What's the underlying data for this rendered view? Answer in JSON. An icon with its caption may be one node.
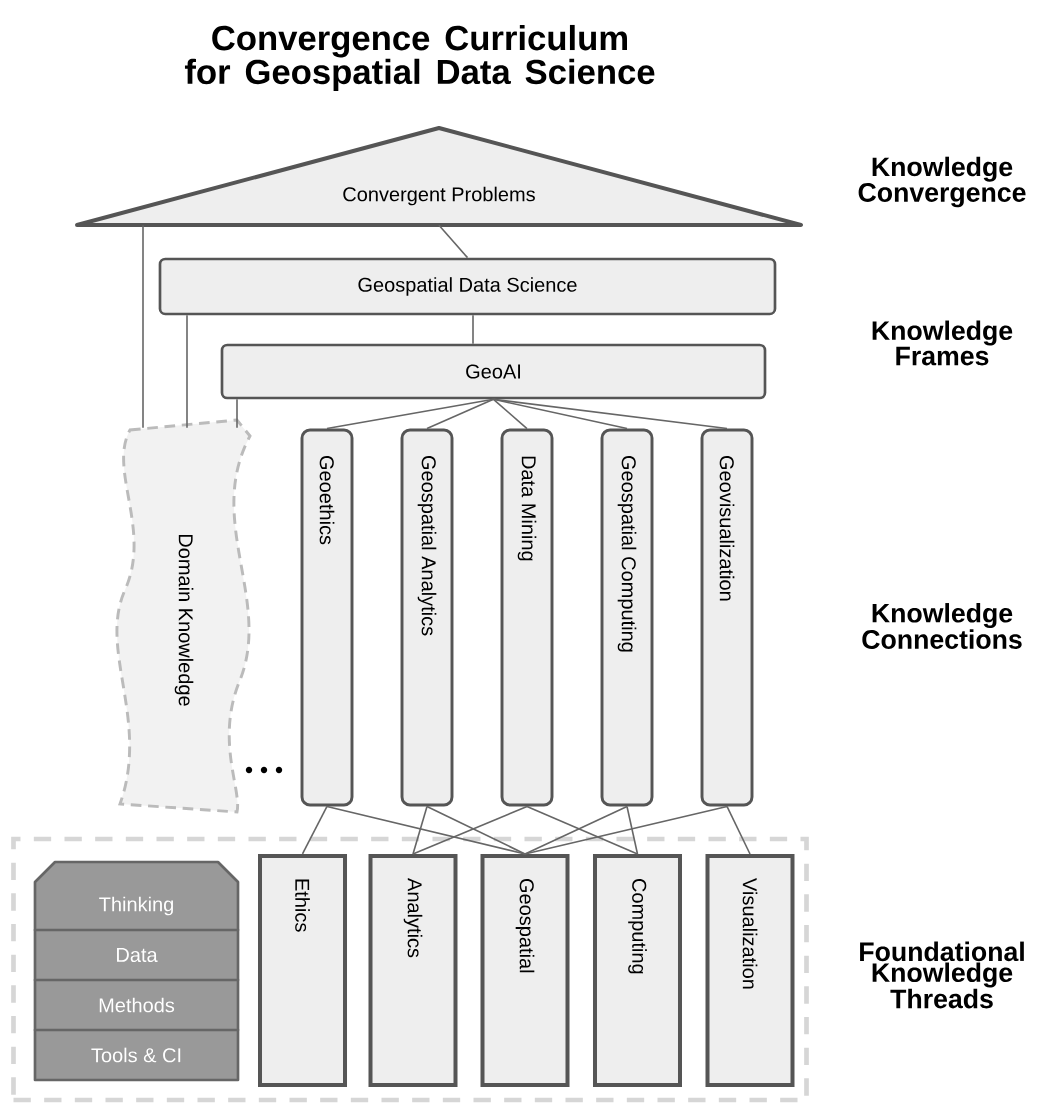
{
  "diagram": {
    "title": "Convergence Curriculum for Geospatial Data Science",
    "nodes": [
      {
        "text": [
          "Convergent Problems"
        ]
      },
      {
        "text": [
          "Geospatial Data Science"
        ]
      },
      {
        "text": [
          "GeoAI"
        ]
      },
      {
        "text": [
          "Domain Knowledge"
        ]
      },
      {
        "text": [
          "Geoethics"
        ]
      },
      {
        "text": [
          "Geospatial Analytics"
        ]
      },
      {
        "text": [
          "Data Mining"
        ]
      },
      {
        "text": [
          "Geospatial Computing"
        ]
      },
      {
        "text": [
          "Geovisualization"
        ]
      },
      {
        "text": [],
        "shape": "box"
      },
      {
        "text": [
          "Thinking"
        ],
        "in": 9
      },
      {
        "text": [
          "Data"
        ],
        "in": 9
      },
      {
        "text": [
          "Methods"
        ],
        "in": 9
      },
      {
        "text": [
          "Tools & CI"
        ],
        "in": 9
      },
      {
        "text": [
          "Ethics"
        ],
        "in": 9
      },
      {
        "text": [
          "Analytics"
        ],
        "in": 9
      },
      {
        "text": [
          "Geospatial"
        ],
        "in": 9
      },
      {
        "text": [
          "Computing"
        ],
        "in": 9
      },
      {
        "text": [
          "Visualization"
        ],
        "in": 9
      }
    ],
    "edges": [
      {
        "from": 0,
        "to": 1,
        "arrow": "none"
      },
      {
        "from": 1,
        "to": 2,
        "arrow": "none"
      },
      {
        "from": 0,
        "to": 3,
        "arrow": "none"
      },
      {
        "from": 1,
        "to": 3,
        "arrow": "none"
      },
      {
        "from": 2,
        "to": 3,
        "arrow": "none"
      },
      {
        "from": 2,
        "to": 4,
        "arrow": "none"
      },
      {
        "from": 2,
        "to": 5,
        "arrow": "none"
      },
      {
        "from": 2,
        "to": 6,
        "arrow": "none"
      },
      {
        "from": 2,
        "to": 7,
        "arrow": "none"
      },
      {
        "from": 2,
        "to": 8,
        "arrow": "none"
      },
      {
        "from": 4,
        "to": 14,
        "arrow": "none"
      },
      {
        "from": 4,
        "to": 16,
        "arrow": "none"
      },
      {
        "from": 5,
        "to": 15,
        "arrow": "none"
      },
      {
        "from": 5,
        "to": 16,
        "arrow": "none"
      },
      {
        "from": 6,
        "to": 15,
        "arrow": "none"
      },
      {
        "from": 6,
        "to": 17,
        "arrow": "none"
      },
      {
        "from": 7,
        "to": 16,
        "arrow": "none"
      },
      {
        "from": 7,
        "to": 17,
        "arrow": "none"
      },
      {
        "from": 8,
        "to": 16,
        "arrow": "none"
      },
      {
        "from": 8,
        "to": 18,
        "arrow": "none"
      }
    ],
    "labels": [
      "Knowledge Convergence",
      "Knowledge Frames",
      "Knowledge Connections",
      "Foundational Knowledge Threads"
    ]
  }
}
